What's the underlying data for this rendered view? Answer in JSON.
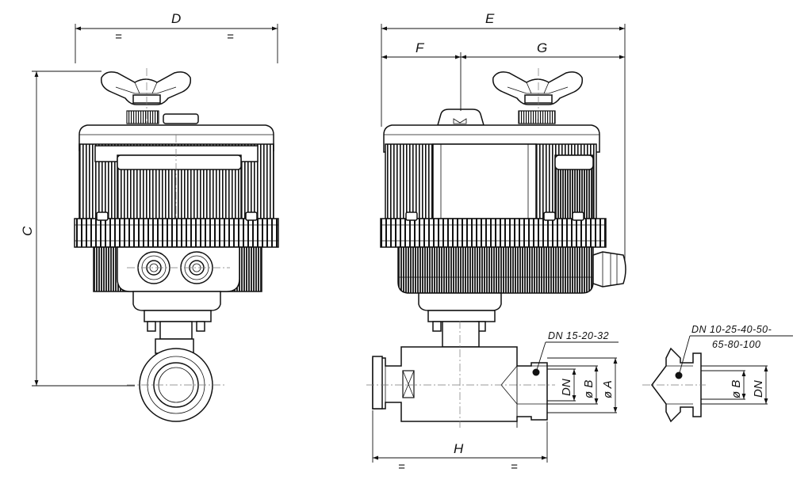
{
  "labels": {
    "D": "D",
    "E": "E",
    "F": "F",
    "G": "G",
    "C": "C",
    "H": "H",
    "eq": "=",
    "dn_small": "DN  15-20-32",
    "dn_large_1": "DN  10-25-40-50-",
    "dn_large_2": "65-80-100",
    "dn": "DN",
    "phi_b": "ø B",
    "phi_a": "ø A"
  }
}
